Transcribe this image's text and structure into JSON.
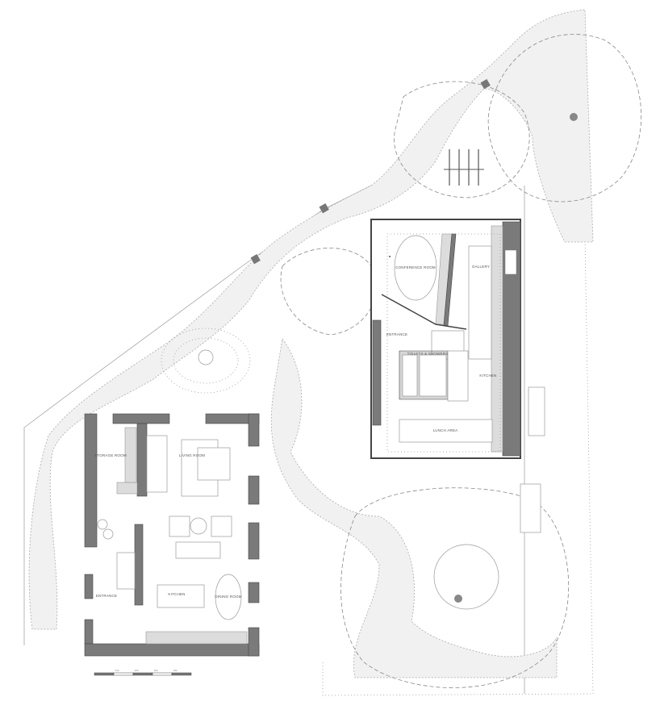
{
  "plan": {
    "house_left": {
      "rooms": [
        {
          "id": "storage",
          "label": "STORAGE ROOM"
        },
        {
          "id": "living",
          "label": "LIVING ROOM"
        },
        {
          "id": "kitchen",
          "label": "KITCHEN"
        },
        {
          "id": "dining",
          "label": "DINING ROOM"
        },
        {
          "id": "entrance",
          "label": "ENTRANCE"
        }
      ]
    },
    "house_right": {
      "rooms": [
        {
          "id": "conference",
          "label": "CONFERENCE ROOM"
        },
        {
          "id": "gallery",
          "label": "GALLERY"
        },
        {
          "id": "entrance",
          "label": "ENTRANCE"
        },
        {
          "id": "toilets",
          "label": "TOILETS & SHOWERS"
        },
        {
          "id": "kitchen",
          "label": "KITCHEN"
        },
        {
          "id": "lunch",
          "label": "LUNCH AREA"
        }
      ]
    },
    "scale_bar": {
      "ticks": [
        "1m",
        "2m",
        "3m",
        "4m"
      ]
    },
    "colors": {
      "wall": "#7a7a7a",
      "background": "#ffffff",
      "paving": "#f1f1f1"
    }
  }
}
